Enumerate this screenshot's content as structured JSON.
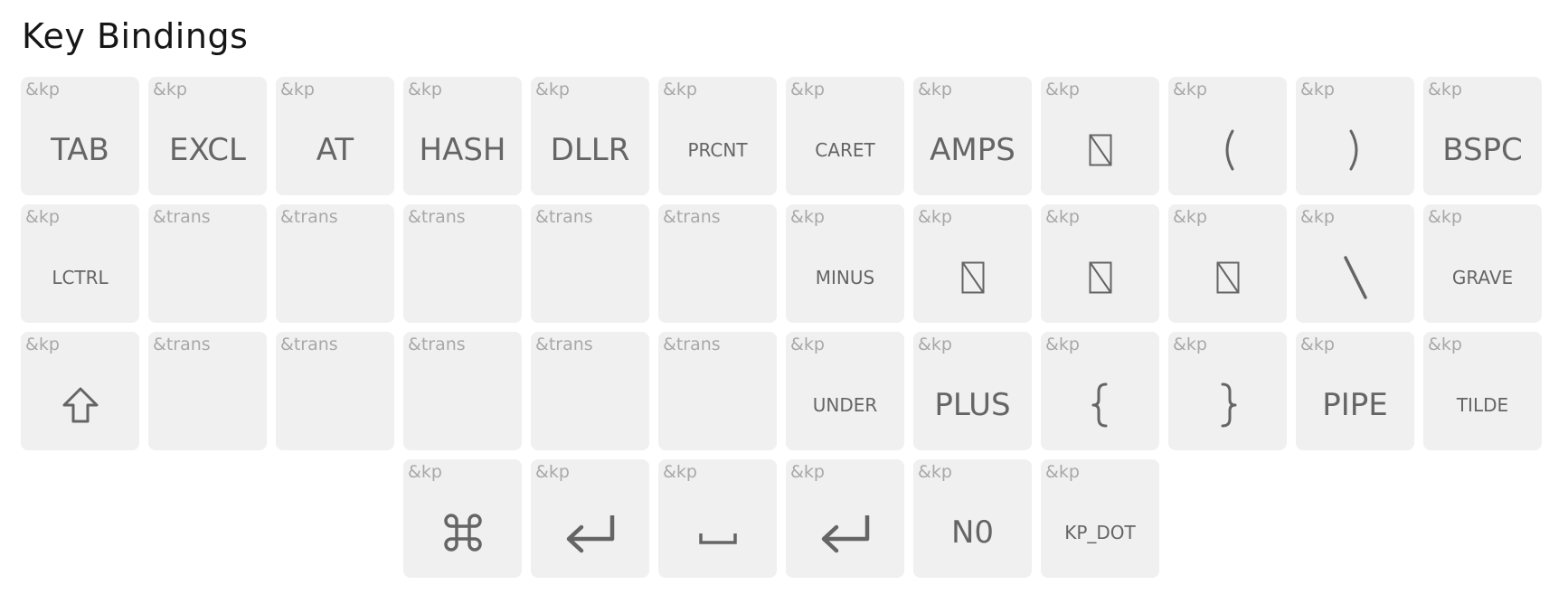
{
  "title": "Key Bindings",
  "keys": [
    {
      "b": "&kp",
      "p": "TAB",
      "s": "large"
    },
    {
      "b": "&kp",
      "p": "EXCL",
      "s": "large"
    },
    {
      "b": "&kp",
      "p": "AT",
      "s": "large"
    },
    {
      "b": "&kp",
      "p": "HASH",
      "s": "large"
    },
    {
      "b": "&kp",
      "p": "DLLR",
      "s": "large"
    },
    {
      "b": "&kp",
      "p": "PRCNT",
      "s": "small"
    },
    {
      "b": "&kp",
      "p": "CARET",
      "s": "small"
    },
    {
      "b": "&kp",
      "p": "AMPS",
      "s": "large"
    },
    {
      "b": "&kp",
      "icon": "missing-glyph-icon"
    },
    {
      "b": "&kp",
      "icon": "left-paren-icon"
    },
    {
      "b": "&kp",
      "icon": "right-paren-icon"
    },
    {
      "b": "&kp",
      "p": "BSPC",
      "s": "large"
    },
    {
      "b": "&kp",
      "p": "LCTRL",
      "s": "small"
    },
    {
      "b": "&trans"
    },
    {
      "b": "&trans"
    },
    {
      "b": "&trans"
    },
    {
      "b": "&trans"
    },
    {
      "b": "&trans"
    },
    {
      "b": "&kp",
      "p": "MINUS",
      "s": "small"
    },
    {
      "b": "&kp",
      "icon": "missing-glyph-icon"
    },
    {
      "b": "&kp",
      "icon": "missing-glyph-icon"
    },
    {
      "b": "&kp",
      "icon": "missing-glyph-icon"
    },
    {
      "b": "&kp",
      "icon": "backslash-icon"
    },
    {
      "b": "&kp",
      "p": "GRAVE",
      "s": "small"
    },
    {
      "b": "&kp",
      "icon": "shift-arrow-icon"
    },
    {
      "b": "&trans"
    },
    {
      "b": "&trans"
    },
    {
      "b": "&trans"
    },
    {
      "b": "&trans"
    },
    {
      "b": "&trans"
    },
    {
      "b": "&kp",
      "p": "UNDER",
      "s": "small"
    },
    {
      "b": "&kp",
      "p": "PLUS",
      "s": "large"
    },
    {
      "b": "&kp",
      "icon": "left-brace-icon"
    },
    {
      "b": "&kp",
      "icon": "right-brace-icon"
    },
    {
      "b": "&kp",
      "p": "PIPE",
      "s": "large"
    },
    {
      "b": "&kp",
      "p": "TILDE",
      "s": "small"
    },
    {
      "b": "&kp",
      "icon": "command-icon"
    },
    {
      "b": "&kp",
      "icon": "return-arrow-icon"
    },
    {
      "b": "&kp",
      "icon": "space-bar-icon"
    },
    {
      "b": "&kp",
      "icon": "return-arrow-icon"
    },
    {
      "b": "&kp",
      "p": "N0",
      "s": "large"
    },
    {
      "b": "&kp",
      "p": "KP_DOT",
      "s": "small"
    }
  ]
}
